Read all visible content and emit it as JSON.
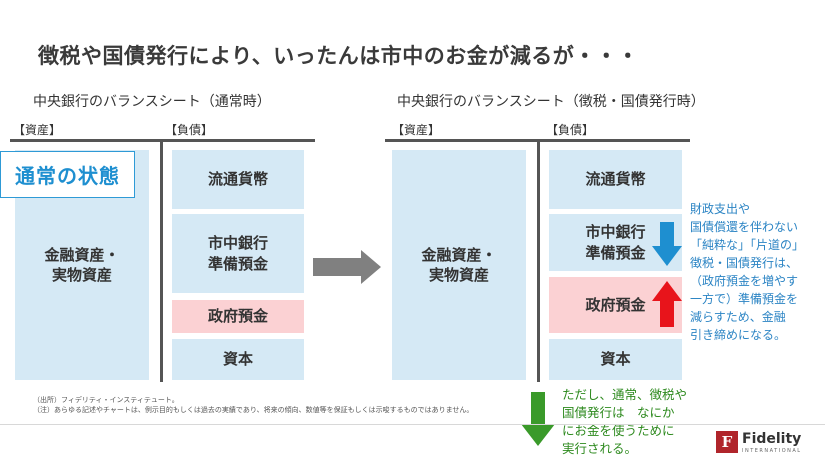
{
  "title": "徴税や国債発行により、いったんは市中のお金が減るが・・・",
  "left": {
    "subtitle": "中央銀行のバランスシート（通常時）",
    "assets_label": "【資産】",
    "liabilities_label": "【負債】",
    "assets_box": "金融資産・\n実物資産",
    "liabilities": [
      "流通貨幣",
      "市中銀行\n準備預金",
      "政府預金",
      "資本"
    ],
    "state_label": "通常の状態"
  },
  "right": {
    "subtitle": "中央銀行のバランスシート（徴税・国債発行時）",
    "assets_label": "【資産】",
    "liabilities_label": "【負債】",
    "assets_box": "金融資産・\n実物資産",
    "liabilities": [
      "流通貨幣",
      "市中銀行\n準備預金",
      "政府預金",
      "資本"
    ]
  },
  "note_blue": "財政支出や\n国債償還を伴わない\n「純粋な」「片道の」\n徴税・国債発行は、\n（政府預金を増やす\n一方で）準備預金を\n減らすため、金融\n引き締めになる。",
  "note_green": "ただし、通常、徴税や\n国債発行は　なにか\nにお金を使うために\n実行される。",
  "footnote": "（出所）フィデリティ・インスティテュート。\n（注）あらゆる記述やチャートは、例示目的もしくは過去の実績であり、将来の傾向、数値等を保証もしくは示唆するものではありません。",
  "logo": {
    "name": "Fidelity",
    "sub": "INTERNATIONAL",
    "mark": "F"
  },
  "colors": {
    "box_blue": "#d5e9f5",
    "box_pink": "#fbd1d3",
    "arrow_down": "#1e8fd0",
    "arrow_up": "#e8141b",
    "arrow_green": "#3a9a2a",
    "arrow_gray": "#808080",
    "note_blue": "#2b84c4",
    "note_green": "#2e8a1f",
    "brand_red": "#b0252b"
  }
}
